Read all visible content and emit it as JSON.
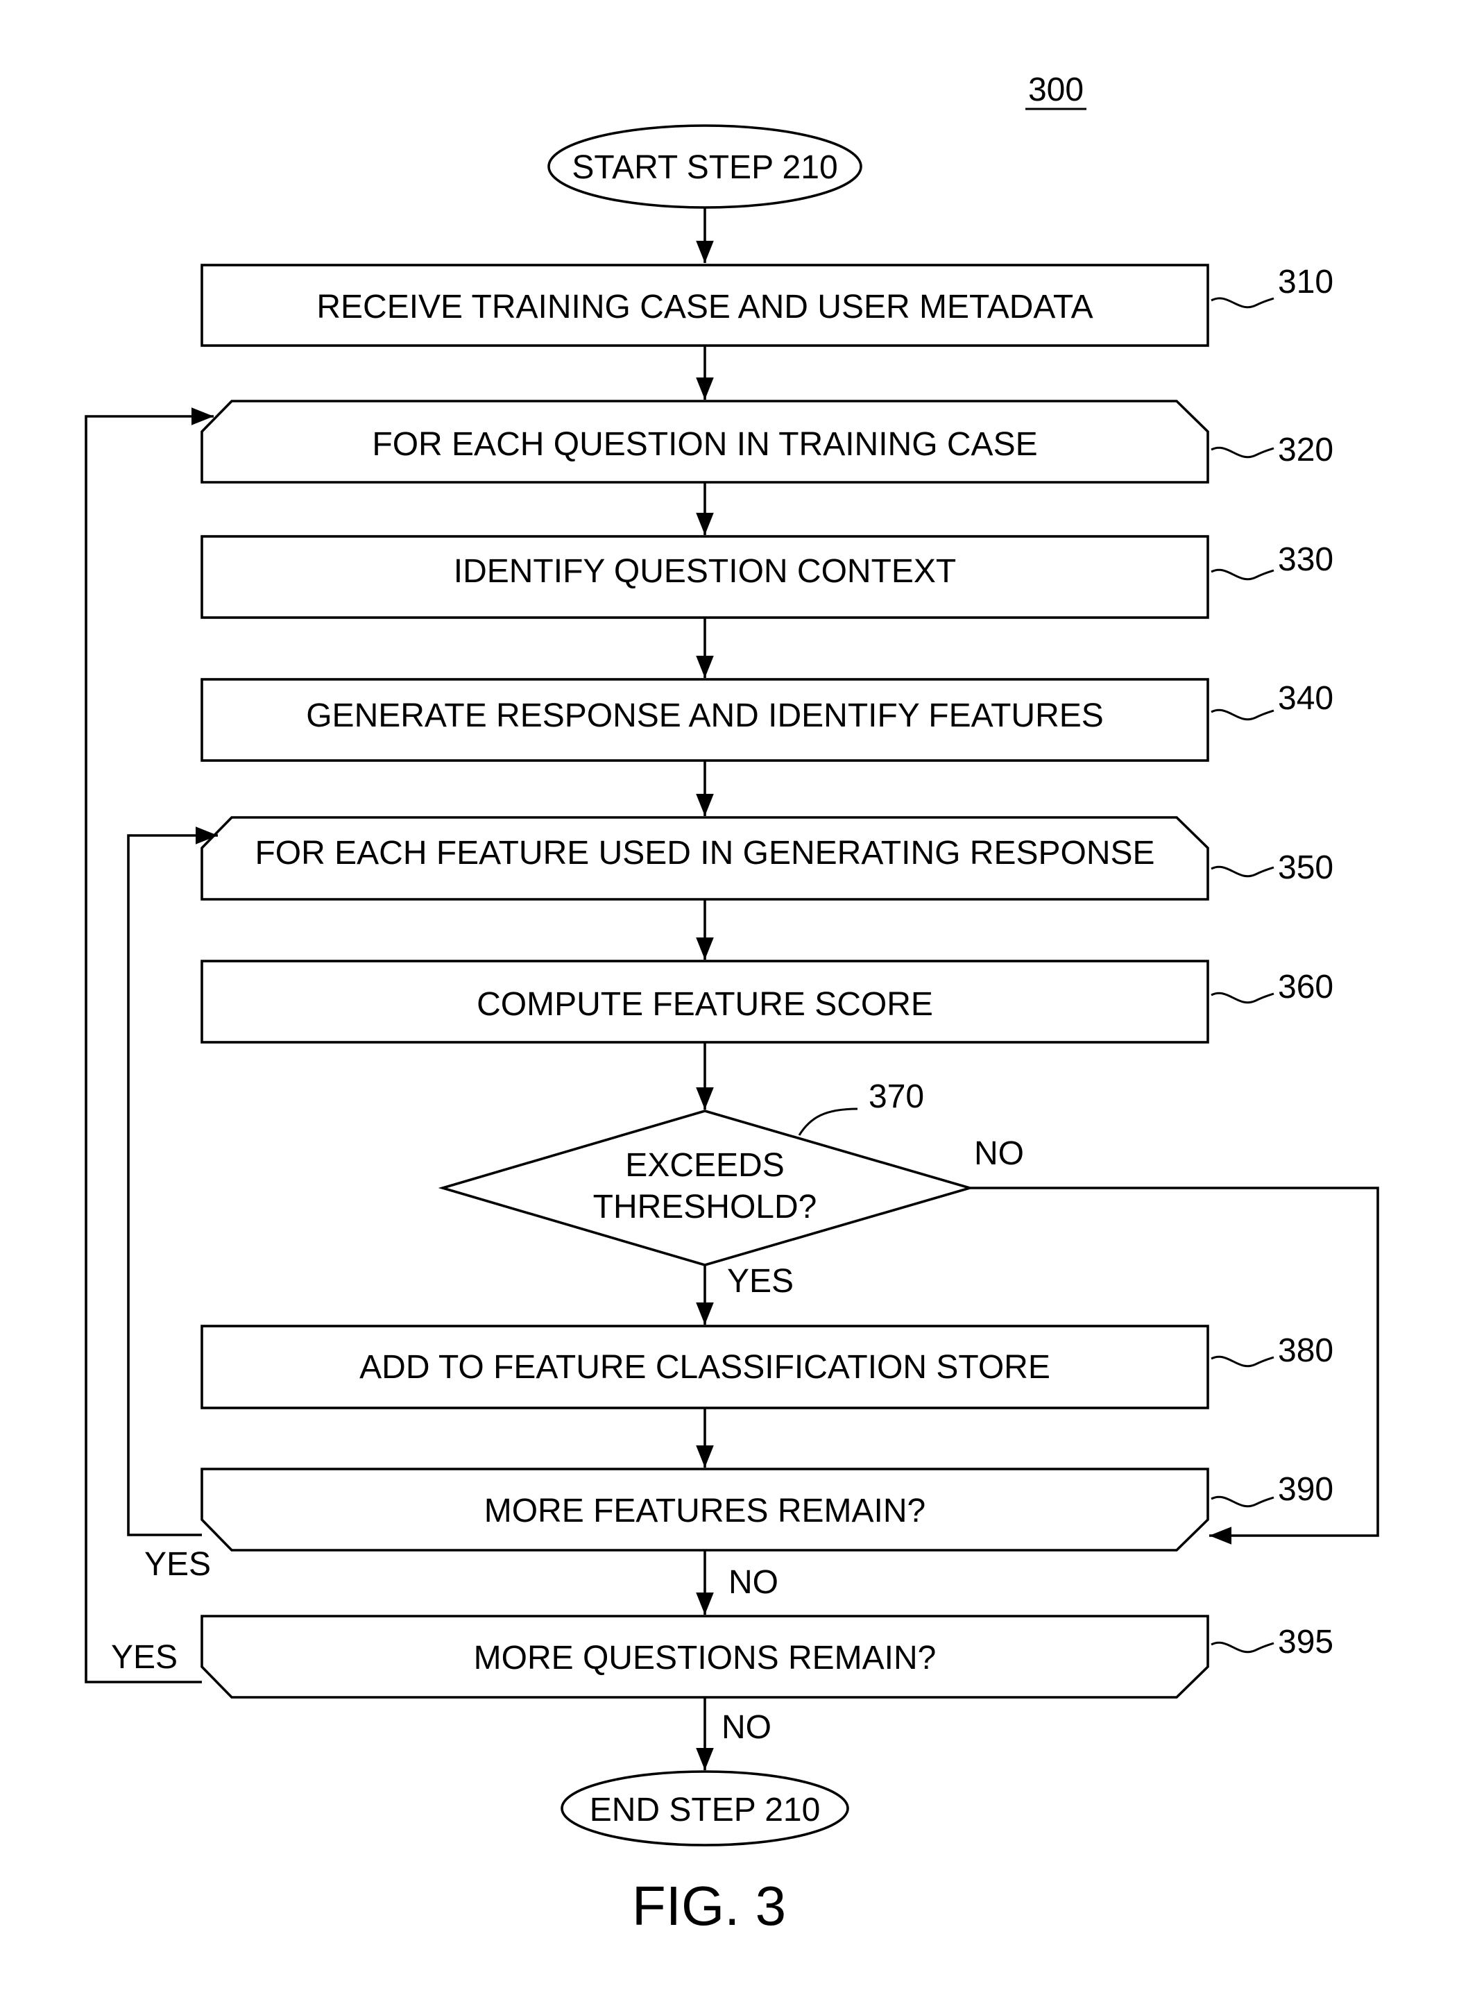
{
  "figure": {
    "number": "300",
    "caption": "FIG. 3"
  },
  "nodes": {
    "start": {
      "label": "START STEP 210"
    },
    "n310": {
      "label": "RECEIVE TRAINING CASE AND USER METADATA",
      "ref": "310"
    },
    "n320": {
      "label": "FOR EACH QUESTION IN TRAINING CASE",
      "ref": "320"
    },
    "n330": {
      "label": "IDENTIFY QUESTION CONTEXT",
      "ref": "330"
    },
    "n340": {
      "label": "GENERATE RESPONSE AND IDENTIFY FEATURES",
      "ref": "340"
    },
    "n350": {
      "label": "FOR EACH FEATURE USED IN GENERATING RESPONSE",
      "ref": "350"
    },
    "n360": {
      "label": "COMPUTE FEATURE SCORE",
      "ref": "360"
    },
    "n370": {
      "label_line1": "EXCEEDS",
      "label_line2": "THRESHOLD?",
      "ref": "370"
    },
    "n380": {
      "label": "ADD TO FEATURE CLASSIFICATION STORE",
      "ref": "380"
    },
    "n390": {
      "label": "MORE FEATURES REMAIN?",
      "ref": "390"
    },
    "n395": {
      "label": "MORE QUESTIONS REMAIN?",
      "ref": "395"
    },
    "end": {
      "label": "END STEP 210"
    }
  },
  "edges": {
    "n370_no": "NO",
    "n370_yes": "YES",
    "n390_yes": "YES",
    "n390_no": "NO",
    "n395_yes": "YES",
    "n395_no": "NO"
  }
}
